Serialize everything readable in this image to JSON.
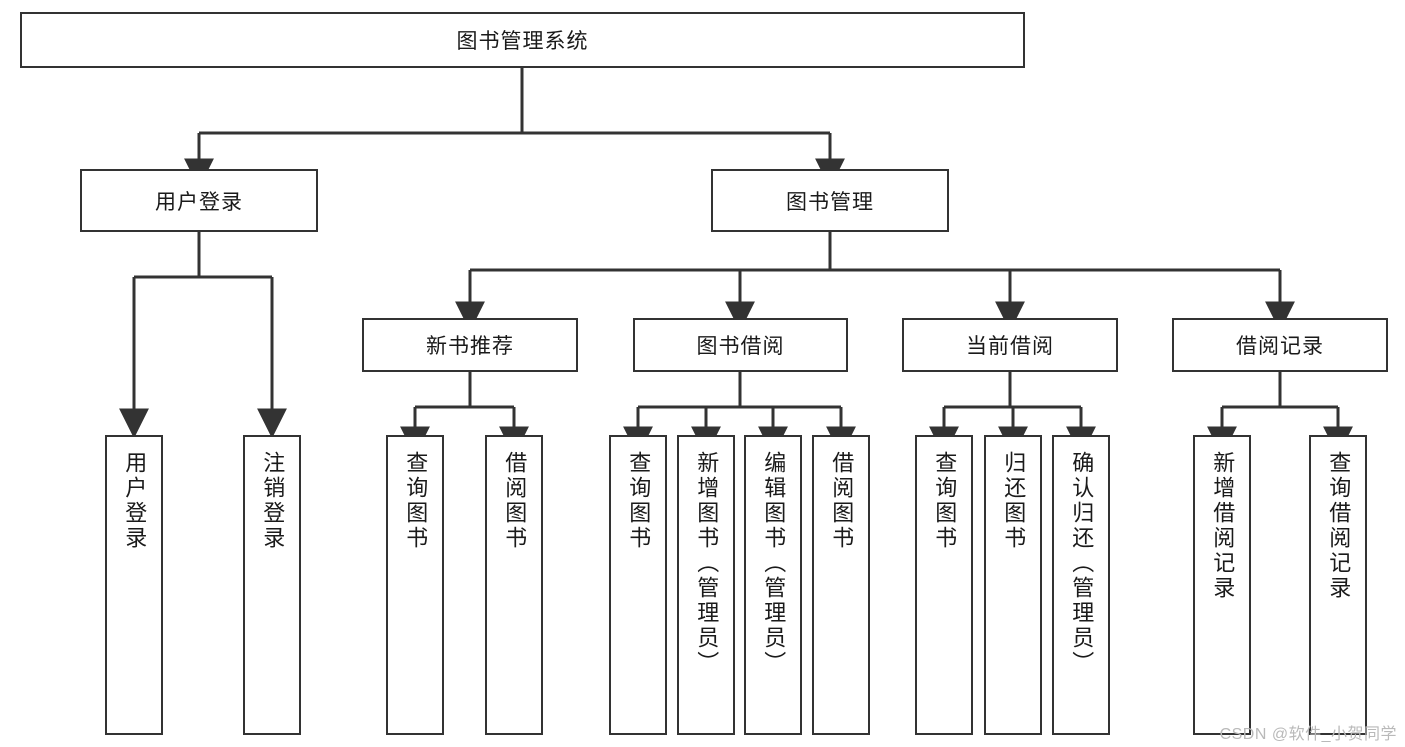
{
  "diagram": {
    "type": "tree-hierarchy",
    "title": "图书管理系统",
    "root": {
      "id": "root",
      "label": "图书管理系统"
    },
    "level1": [
      {
        "id": "user-login",
        "label": "用户登录"
      },
      {
        "id": "book-management",
        "label": "图书管理"
      }
    ],
    "level2": [
      {
        "id": "new-book-recommend",
        "label": "新书推荐",
        "parent": "book-management"
      },
      {
        "id": "book-borrow",
        "label": "图书借阅",
        "parent": "book-management"
      },
      {
        "id": "current-borrow",
        "label": "当前借阅",
        "parent": "book-management"
      },
      {
        "id": "borrow-record",
        "label": "借阅记录",
        "parent": "book-management"
      }
    ],
    "leaves": [
      {
        "id": "leaf-user-login",
        "label": "用户登录",
        "parent": "user-login"
      },
      {
        "id": "leaf-user-logout",
        "label": "注销登录",
        "parent": "user-login"
      },
      {
        "id": "leaf-query-book-1",
        "label": "查询图书",
        "parent": "new-book-recommend"
      },
      {
        "id": "leaf-borrow-book-1",
        "label": "借阅图书",
        "parent": "new-book-recommend"
      },
      {
        "id": "leaf-query-book-2",
        "label": "查询图书",
        "parent": "book-borrow"
      },
      {
        "id": "leaf-add-book",
        "label": "新增图书（管理员）",
        "parent": "book-borrow"
      },
      {
        "id": "leaf-edit-book",
        "label": "编辑图书（管理员）",
        "parent": "book-borrow"
      },
      {
        "id": "leaf-borrow-book-2",
        "label": "借阅图书",
        "parent": "book-borrow"
      },
      {
        "id": "leaf-query-book-3",
        "label": "查询图书",
        "parent": "current-borrow"
      },
      {
        "id": "leaf-return-book",
        "label": "归还图书",
        "parent": "current-borrow"
      },
      {
        "id": "leaf-confirm-return",
        "label": "确认归还（管理员）",
        "parent": "current-borrow"
      },
      {
        "id": "leaf-add-record",
        "label": "新增借阅记录",
        "parent": "borrow-record"
      },
      {
        "id": "leaf-query-record",
        "label": "查询借阅记录",
        "parent": "borrow-record"
      }
    ],
    "colors": {
      "stroke": "#333333",
      "fill": "#ffffff",
      "text": "#1a1a1a",
      "watermark": "#b9b9b9"
    }
  },
  "watermark": {
    "text": "CSDN @软件_小贺同学"
  }
}
